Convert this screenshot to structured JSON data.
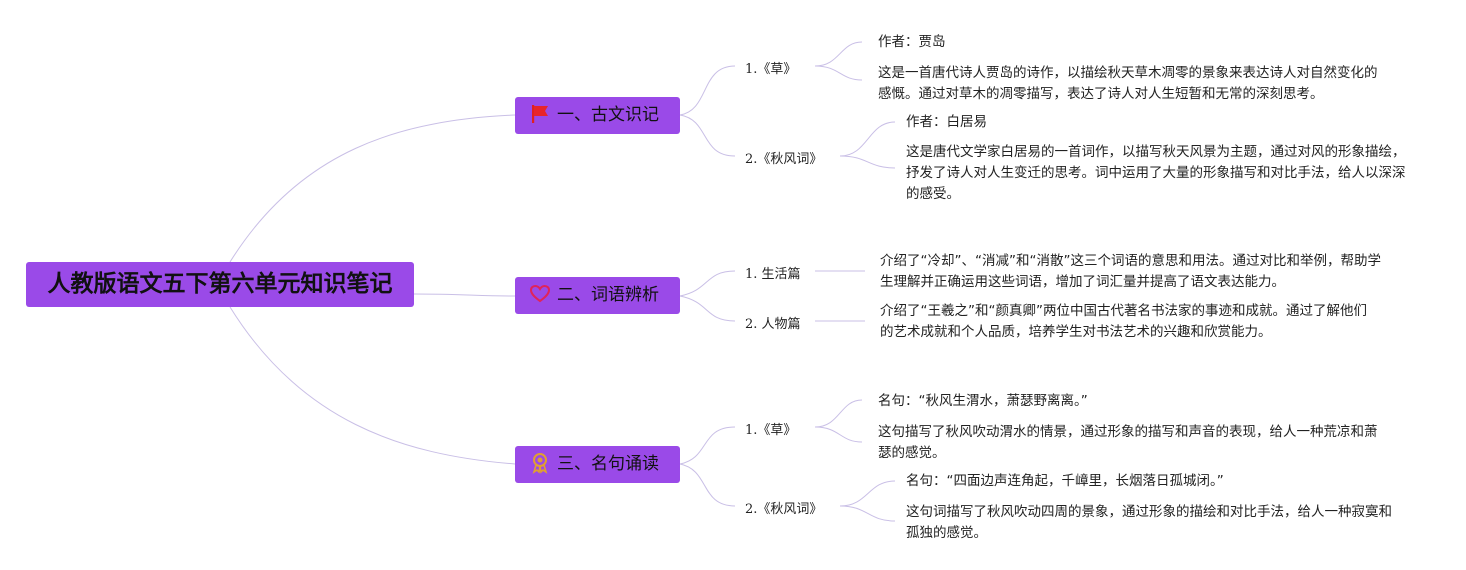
{
  "title": "人教版语文五下第六单元知识笔记",
  "branches": [
    {
      "label": "一、古文识记",
      "icon": "red-flag-icon",
      "items": [
        {
          "label": "1.《草》",
          "leaves": [
            "作者：贾岛",
            "这是一首唐代诗人贾岛的诗作，以描绘秋天草木凋零的景象来表达诗人对自然变化的感慨。通过对草木的凋零描写，表达了诗人对人生短暂和无常的深刻思考。"
          ]
        },
        {
          "label": "2.《秋风词》",
          "leaves": [
            "作者：白居易",
            "这是唐代文学家白居易的一首词作，以描写秋天风景为主题，通过对风的形象描绘，抒发了诗人对人生变迁的思考。词中运用了大量的形象描写和对比手法，给人以深深的感受。"
          ]
        }
      ]
    },
    {
      "label": "二、词语辨析",
      "icon": "heart-icon",
      "items": [
        {
          "label": "1. 生活篇",
          "leaves": [
            "介绍了“冷却”、“消减”和“消散”这三个词语的意思和用法。通过对比和举例，帮助学生理解并正确运用这些词语，增加了词汇量并提高了语文表达能力。"
          ]
        },
        {
          "label": "2. 人物篇",
          "leaves": [
            "介绍了“王羲之”和“颜真卿”两位中国古代著名书法家的事迹和成就。通过了解他们的艺术成就和个人品质，培养学生对书法艺术的兴趣和欣赏能力。"
          ]
        }
      ]
    },
    {
      "label": "三、名句诵读",
      "icon": "award-ribbon-icon",
      "items": [
        {
          "label": "1.《草》",
          "leaves": [
            "名句：“秋风生渭水，萧瑟野离离。”",
            "这句描写了秋风吹动渭水的情景，通过形象的描写和声音的表现，给人一种荒凉和萧瑟的感觉。"
          ]
        },
        {
          "label": "2.《秋风词》",
          "leaves": [
            "名句：“四面边声连角起，千嶂里，长烟落日孤城闭。”",
            "这句词描写了秋风吹动四周的景象，通过形象的描绘和对比手法，给人一种寂寞和孤独的感觉。"
          ]
        }
      ]
    }
  ],
  "colors": {
    "node_fill": "#9a4ae8",
    "connector": "#c9bfe6"
  }
}
